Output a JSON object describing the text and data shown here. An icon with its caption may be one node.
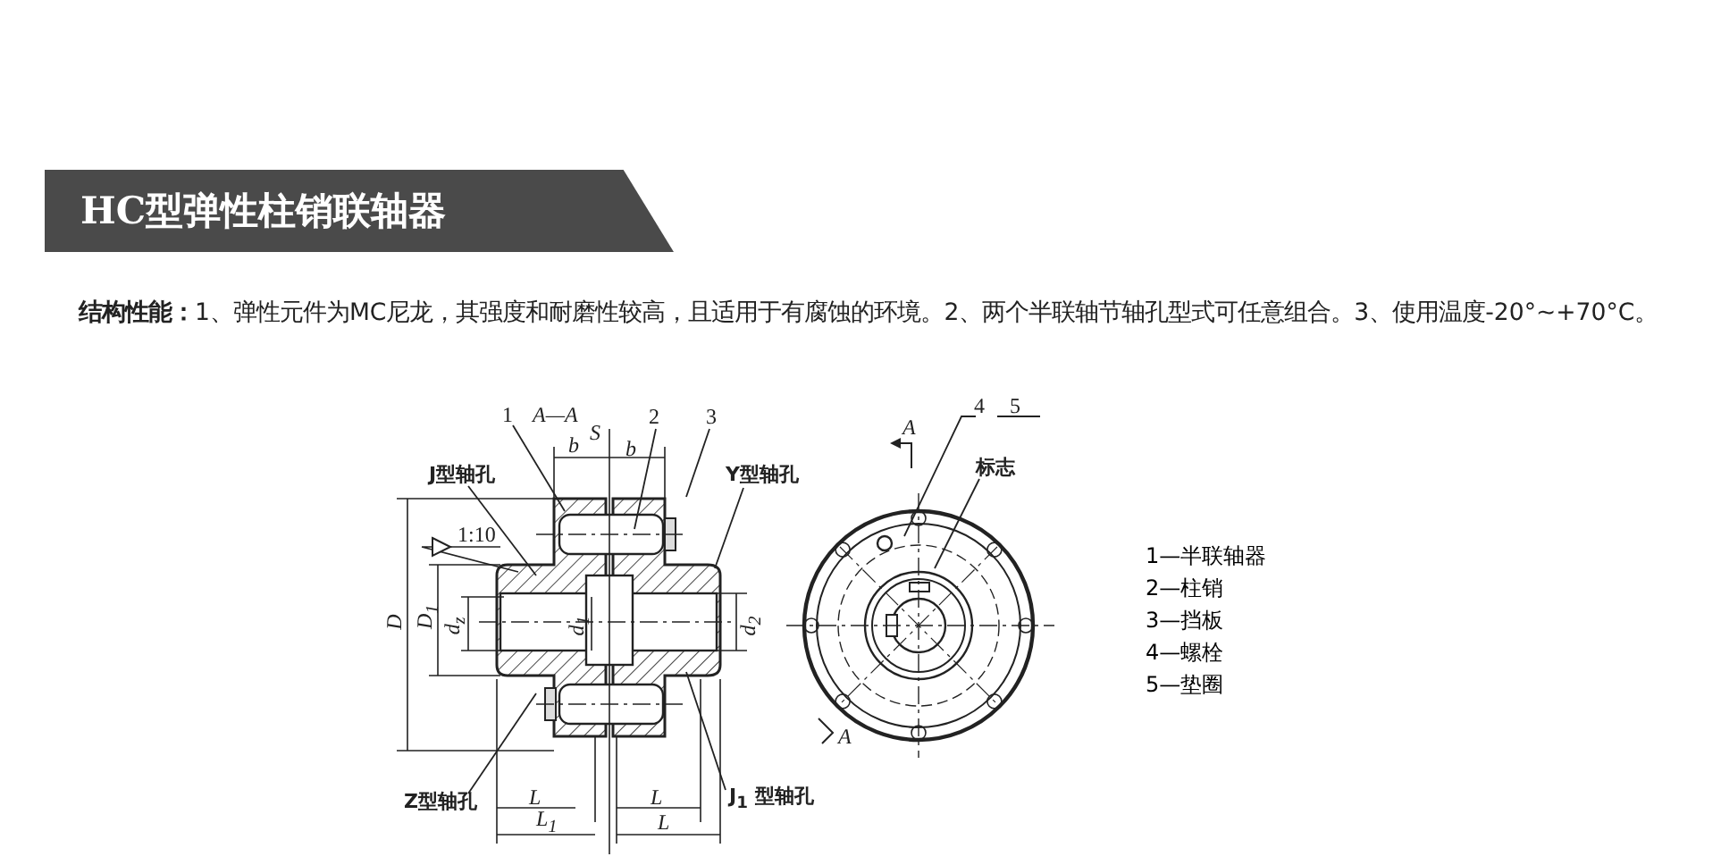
{
  "diagram": {
    "title": "HC型弹性柱销联轴器",
    "nodes": [
      {
        "text": [
          "1"
        ]
      },
      {
        "text": [
          "2"
        ]
      },
      {
        "text": [
          "3"
        ]
      },
      {
        "text": [
          "J型轴孔"
        ]
      },
      {
        "text": [
          "Y型轴孔"
        ]
      },
      {
        "text": [
          "Z型轴孔"
        ]
      },
      {
        "text": [
          "J$_{1}$ 型轴孔"
        ]
      },
      {
        "text": [
          "4"
        ]
      },
      {
        "text": [
          "5"
        ]
      },
      {
        "text": [
          "标志"
        ]
      }
    ],
    "edges": [
      {
        "from": 0,
        "to": null,
        "arrow": "none"
      },
      {
        "from": 1,
        "to": null,
        "arrow": "none"
      },
      {
        "from": 2,
        "to": null,
        "arrow": "none"
      },
      {
        "from": 3,
        "to": null,
        "arrow": "none"
      },
      {
        "from": 4,
        "to": null,
        "arrow": "none"
      },
      {
        "from": 5,
        "to": null,
        "arrow": "none"
      },
      {
        "from": 6,
        "to": null,
        "arrow": "none"
      },
      {
        "from": 7,
        "to": null,
        "arrow": "none"
      },
      {
        "from": 8,
        "to": null,
        "arrow": "none"
      },
      {
        "from": 9,
        "to": null,
        "arrow": "none"
      }
    ],
    "labels": [
      "**结构性能：**1、弹性元件为MC尼龙，其强度和耐磨性较高，且适用于有腐蚀的环境。2、两个半联轴节轴孔型式可任意组合。3、使用温度-20°~+70°C。",
      "A—A",
      "S",
      "b",
      "b",
      "1:10",
      "D",
      "D$_{1}$",
      "d$_{z}$",
      "d$_{1}$",
      "d$_{2}$",
      "L",
      "L",
      "L$_{1}$",
      "L",
      "A",
      "A",
      "1—半联轴器",
      "2—柱销",
      "3—挡板",
      "4—螺栓",
      "5—垫圈"
    ]
  }
}
